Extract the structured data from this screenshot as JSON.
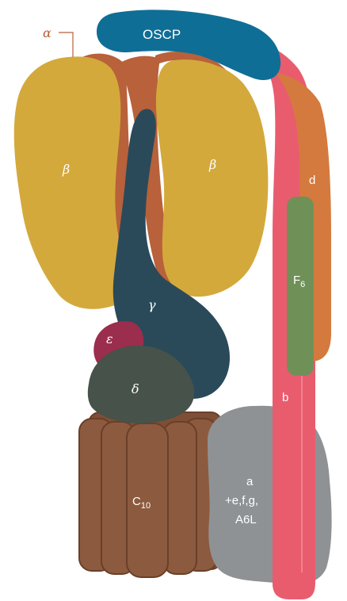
{
  "subunits": {
    "alpha": "α",
    "oscp": "OSCP",
    "beta_left": "β",
    "beta_right": "β",
    "gamma": "γ",
    "epsilon": "ε",
    "delta": "δ",
    "d": "d",
    "f6": "F",
    "f6_sub": "6",
    "b": "b",
    "c10": "C",
    "c10_sub": "10",
    "a_line1": "a",
    "a_line2": "+e,f,g,",
    "a_line3": "A6L"
  },
  "colors": {
    "alpha": "#b8613a",
    "beta": "#d4a93c",
    "oscp": "#0f6e95",
    "gamma": "#2a4a5a",
    "epsilon": "#9b2d4d",
    "delta": "#46524a",
    "stalk_b": "#e95c6e",
    "d": "#d47a3e",
    "f6": "#6f9158",
    "c_ring": "#8c5a3e",
    "c_ring_stroke": "#6a3f29",
    "a_subunit": "#8e9294"
  }
}
